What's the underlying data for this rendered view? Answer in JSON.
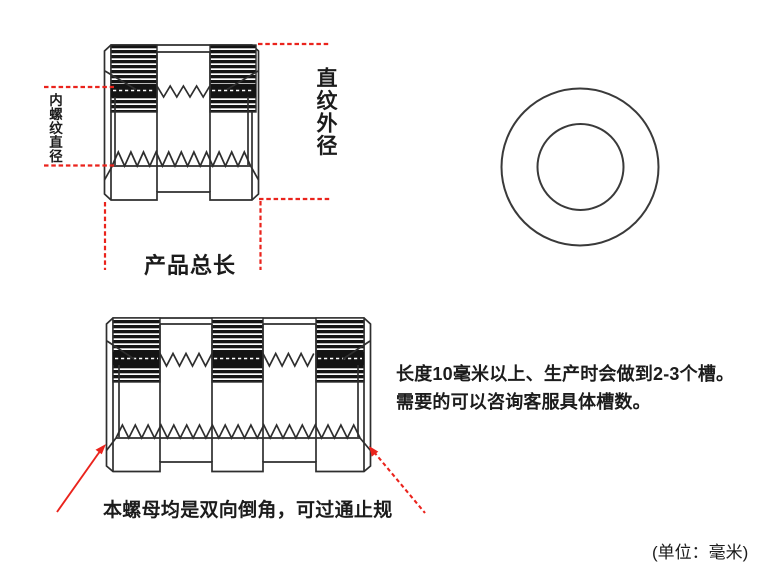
{
  "colors": {
    "line": "#2e2e2e",
    "knurl_black": "#141414",
    "dimension_red": "#ea231c",
    "background": "#ffffff"
  },
  "section_view": {
    "label_inner_thread_diameter": "内螺纹直径",
    "label_knurl_outer_diameter": "直纹外径",
    "label_total_length": "产品总长"
  },
  "long_section_view": {
    "groove_note_line1": "长度10毫米以上、生产时会做到2-3个槽。",
    "groove_note_line2": "需要的可以咨询客服具体槽数。",
    "chamfer_note": "本螺母均是双向倒角，可过通止规"
  },
  "footer": {
    "unit_note": "(单位：毫米)"
  }
}
